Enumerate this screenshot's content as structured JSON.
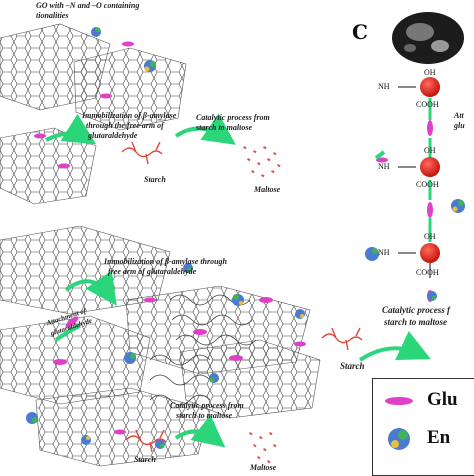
{
  "panel_a": {
    "title_line1": "GO with –N and –O containing",
    "title_line2": "tionalities",
    "immob_line1": "Immobilization of β-amylase",
    "immob_line2": "through the free arm of",
    "immob_line3": "glutaraldehyde",
    "catalytic_line1": "Catalytic process from",
    "catalytic_line2": "starch to maltose",
    "starch": "Starch",
    "maltose": "Maltose"
  },
  "panel_b": {
    "immob_line1": "Immobilization of β-amylase through",
    "immob_line2": "free arm of glutaraldehyde",
    "attach_line1": "Attachment of",
    "attach_line2": "glutaraldehyde",
    "catalytic_line1": "Catalytic process from",
    "catalytic_line2": "starch to maltose",
    "starch": "Starch",
    "maltose": "Maltose"
  },
  "panel_c": {
    "letter": "C",
    "oh": "OH",
    "nh2": "NH",
    "cooh": "COOH",
    "attach_line1": "Att",
    "attach_line2": "glu",
    "catalytic_line1": "Catalytic process f",
    "catalytic_line2": "starch to maltose",
    "starch": "Starch"
  },
  "legend": {
    "item1": "Glu",
    "item2": "En"
  },
  "colors": {
    "arrow_green": "#2bd67b",
    "glutaraldehyde_magenta": "#e040c8",
    "node_red": "#e8231b",
    "starch_red": "#e04a3c",
    "maltose_red": "#d9534f"
  }
}
